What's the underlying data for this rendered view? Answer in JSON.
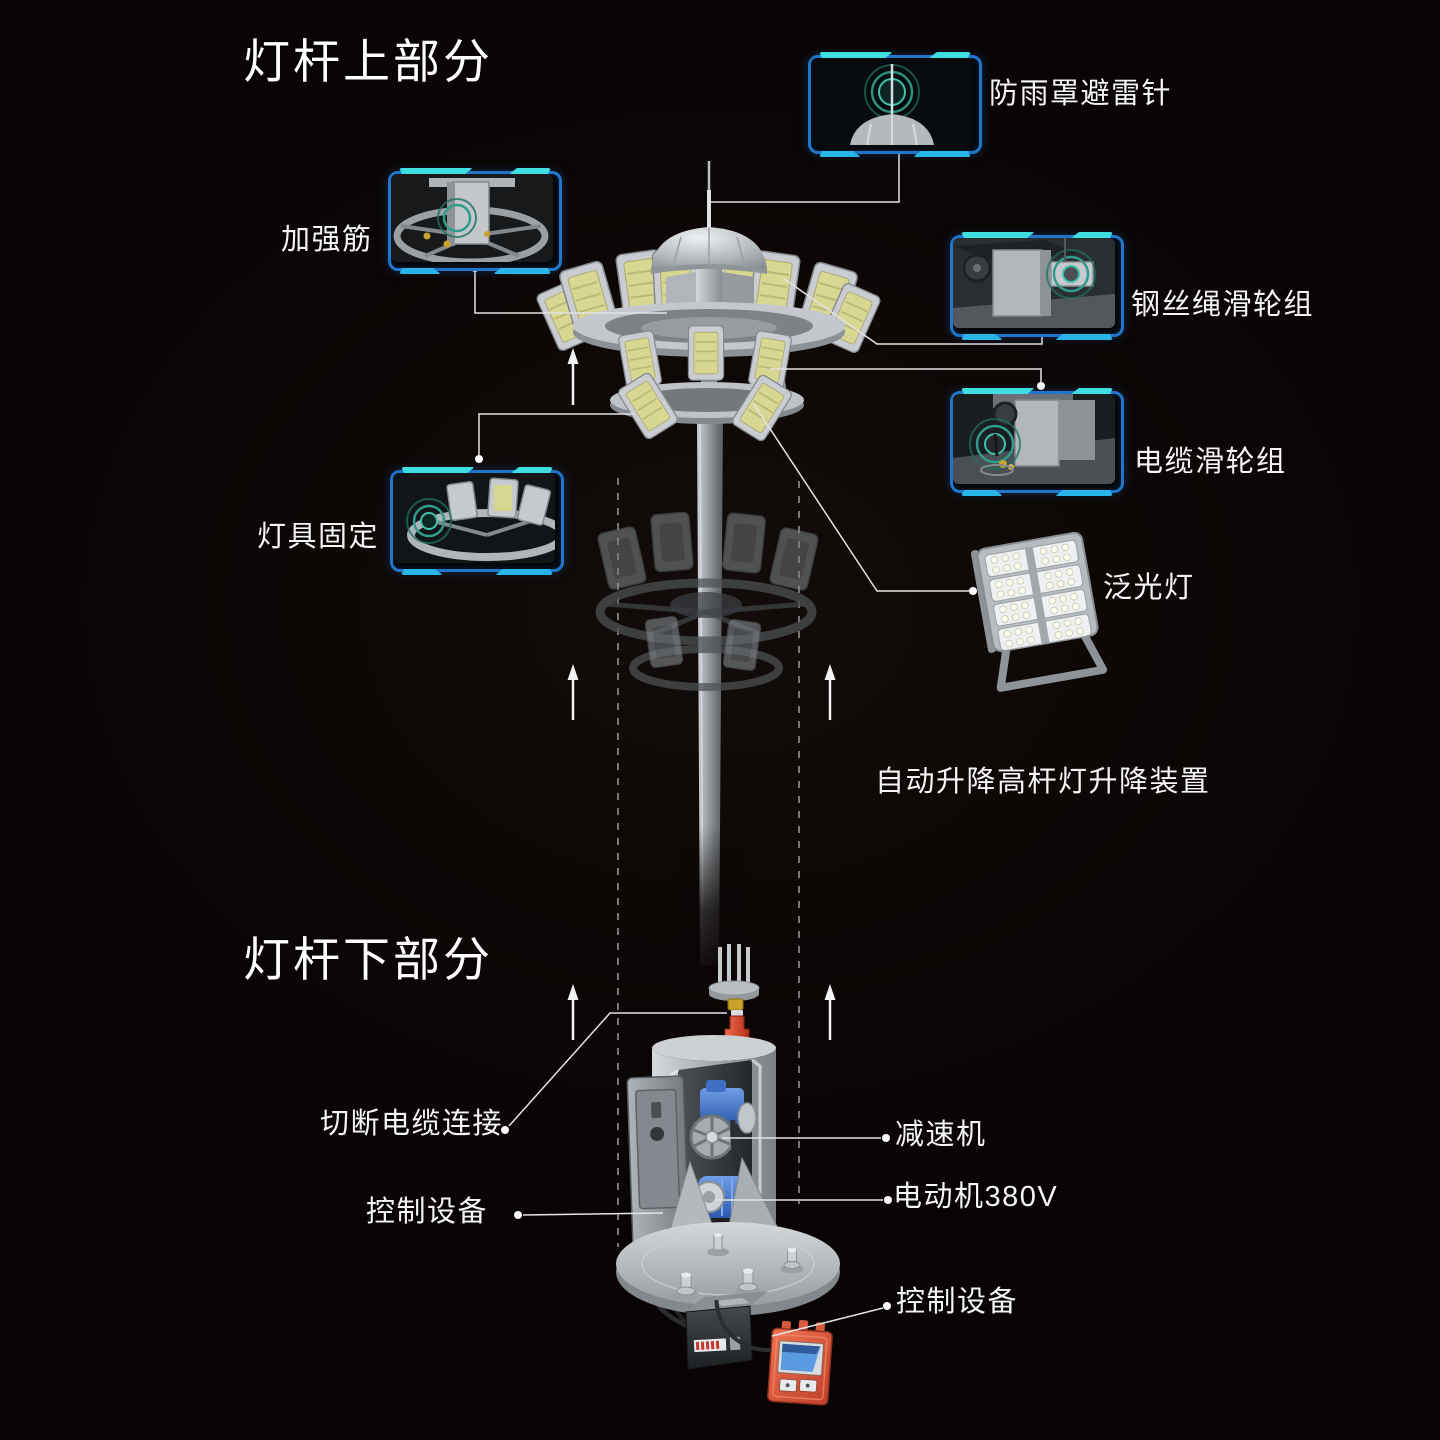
{
  "titles": {
    "upper": "灯杆上部分",
    "lower": "灯杆下部分"
  },
  "callouts": {
    "rainproof_cover_lightning_rod": "防雨罩避雷针",
    "reinforcing_rib": "加强筋",
    "wire_rope_pulley_group": "钢丝绳滑轮组",
    "cable_pulley_group": "电缆滑轮组",
    "lamp_fixing": "灯具固定",
    "floodlight": "泛光灯",
    "auto_lift_device": "自动升降高杆灯升降装置",
    "cut_cable_connection": "切断电缆连接",
    "control_equipment_left": "控制设备",
    "reducer": "减速机",
    "motor_380v": "电动机380V",
    "control_equipment_bottom": "控制设备"
  },
  "colors": {
    "background": "#0b0504",
    "frame_blue": "#2176cc",
    "frame_cyan": "#3fdfdf",
    "glow_teal": "#2f9d8a",
    "motor_blue": "#4a7fd0",
    "connector_red": "#d84a30",
    "remote_orange": "#e0593c",
    "lamp_lens_yellow": "#d6d58e",
    "metal_light": "#c6cace",
    "callout_line": "#e3e3e3"
  }
}
